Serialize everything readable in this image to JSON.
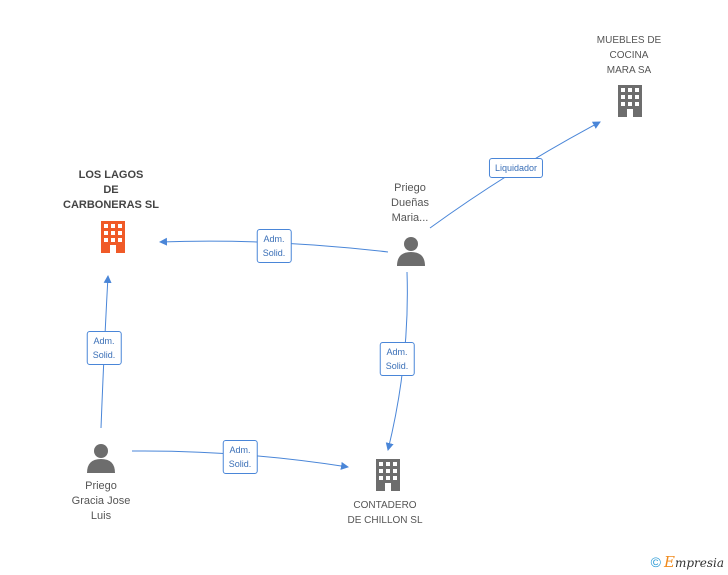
{
  "nodes": {
    "muebles": {
      "lines": [
        "MUEBLES DE",
        "COCINA",
        "MARA SA"
      ]
    },
    "lagos": {
      "lines": [
        "LOS LAGOS",
        "DE",
        "CARBONERAS SL"
      ]
    },
    "duenas": {
      "lines": [
        "Priego",
        "Dueñas",
        "Maria..."
      ]
    },
    "gracia": {
      "lines": [
        "Priego",
        "Gracia Jose",
        "Luis"
      ]
    },
    "contadero": {
      "lines": [
        "CONTADERO",
        "DE CHILLON SL"
      ]
    }
  },
  "edges": {
    "liquidador": {
      "lines": [
        "Liquidador"
      ]
    },
    "duenas_lagos": {
      "lines": [
        "Adm.",
        "Solid."
      ]
    },
    "gracia_lagos": {
      "lines": [
        "Adm.",
        "Solid."
      ]
    },
    "duenas_contadero": {
      "lines": [
        "Adm.",
        "Solid."
      ]
    },
    "gracia_contadero": {
      "lines": [
        "Adm.",
        "Solid."
      ]
    }
  },
  "colors": {
    "edge": "#4a86d8",
    "building": "#6d6d6d",
    "highlight": "#f05a28",
    "person": "#6d6d6d"
  },
  "icons": {
    "company": "building-icon",
    "person": "person-icon"
  },
  "footer": {
    "copyright": "©",
    "brand_initial": "E",
    "brand_rest": "mpresia"
  }
}
